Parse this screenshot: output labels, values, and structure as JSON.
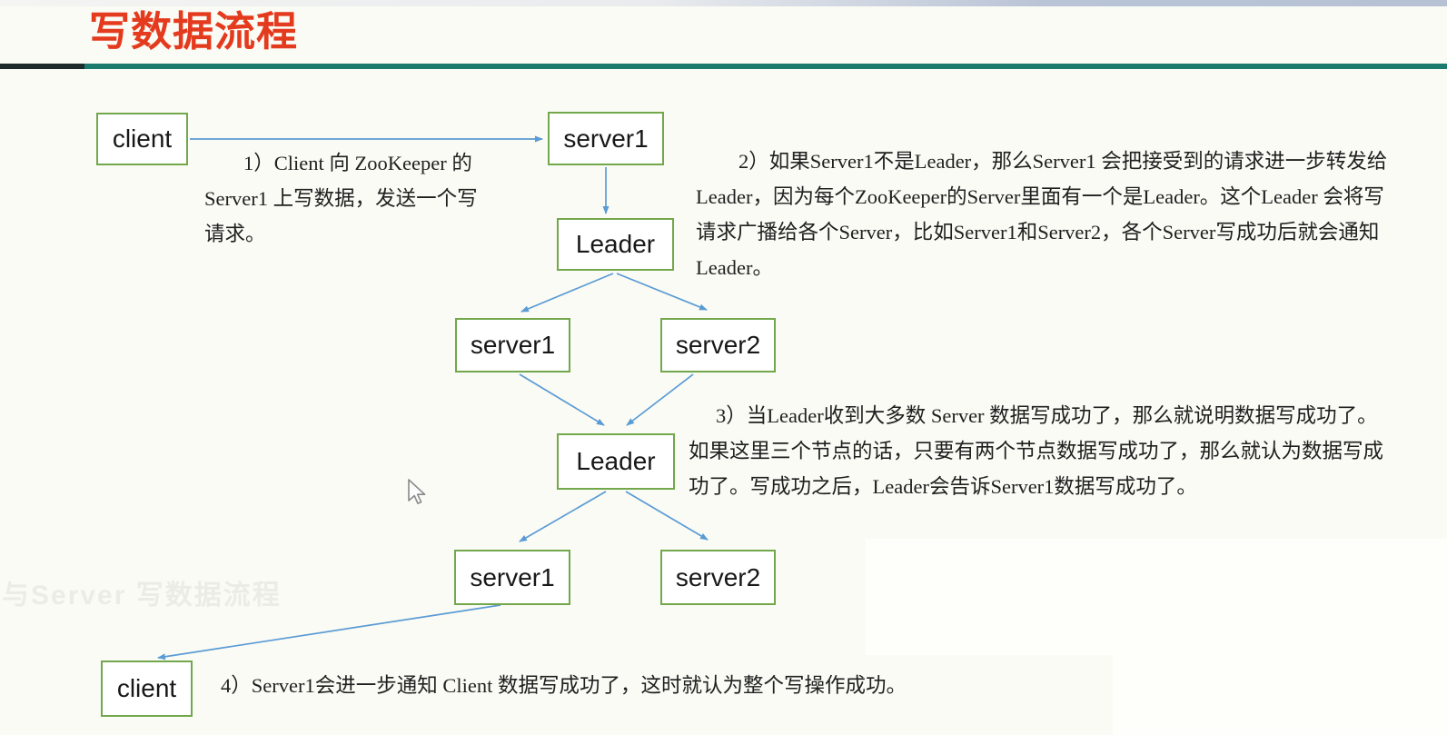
{
  "page": {
    "title": "写数据流程",
    "colors": {
      "background": "#fafbf4",
      "title_red": "#e43a1d",
      "rule_teal": "#1a7a6e",
      "rule_dark_segment": "#1d2c2a",
      "box_border_green": "#72a74c",
      "box_fill": "#ffffff",
      "arrow_blue": "#5b9bd5",
      "text_black": "#1f1f1f",
      "top_strip_right": "#b6c2d4"
    }
  },
  "diagram": {
    "nodes": [
      {
        "id": "client-top",
        "label": "client"
      },
      {
        "id": "server1-top",
        "label": "server1"
      },
      {
        "id": "leader-1",
        "label": "Leader"
      },
      {
        "id": "server1-mid",
        "label": "server1"
      },
      {
        "id": "server2-mid",
        "label": "server2"
      },
      {
        "id": "leader-2",
        "label": "Leader"
      },
      {
        "id": "server1-bottom",
        "label": "server1"
      },
      {
        "id": "server2-bottom",
        "label": "server2"
      },
      {
        "id": "client-bottom",
        "label": "client"
      }
    ],
    "edges": [
      "client-top → server1-top",
      "server1-top → leader-1",
      "leader-1 → server1-mid",
      "leader-1 → server2-mid",
      "server1-mid → leader-2",
      "server2-mid → leader-2",
      "leader-2 → server1-bottom",
      "leader-2 → server2-bottom",
      "server1-bottom → client-bottom"
    ]
  },
  "annotations": {
    "step1": {
      "lines": [
        "1）Client 向 ZooKeeper 的",
        "Server1 上写数据，发送一个写",
        "请求。"
      ]
    },
    "step2": {
      "lines": [
        "2）如果Server1不是Leader，那么Server1 会把接受到的请求进一步转发给",
        "Leader，因为每个ZooKeeper的Server里面有一个是Leader。这个Leader 会将写",
        "请求广播给各个Server，比如Server1和Server2，各个Server写成功后就会通知",
        "Leader。"
      ]
    },
    "step3": {
      "lines": [
        "3）当Leader收到大多数 Server 数据写成功了，那么就说明数据写成功了。",
        "如果这里三个节点的话，只要有两个节点数据写成功了，那么就认为数据写成",
        "功了。写成功之后，Leader会告诉Server1数据写成功了。"
      ]
    },
    "step4": {
      "lines": [
        "4）Server1会进一步通知 Client 数据写成功了，这时就认为整个写操作成功。"
      ]
    }
  },
  "artifacts": {
    "ghost_text": "与Server 写数据流程"
  }
}
